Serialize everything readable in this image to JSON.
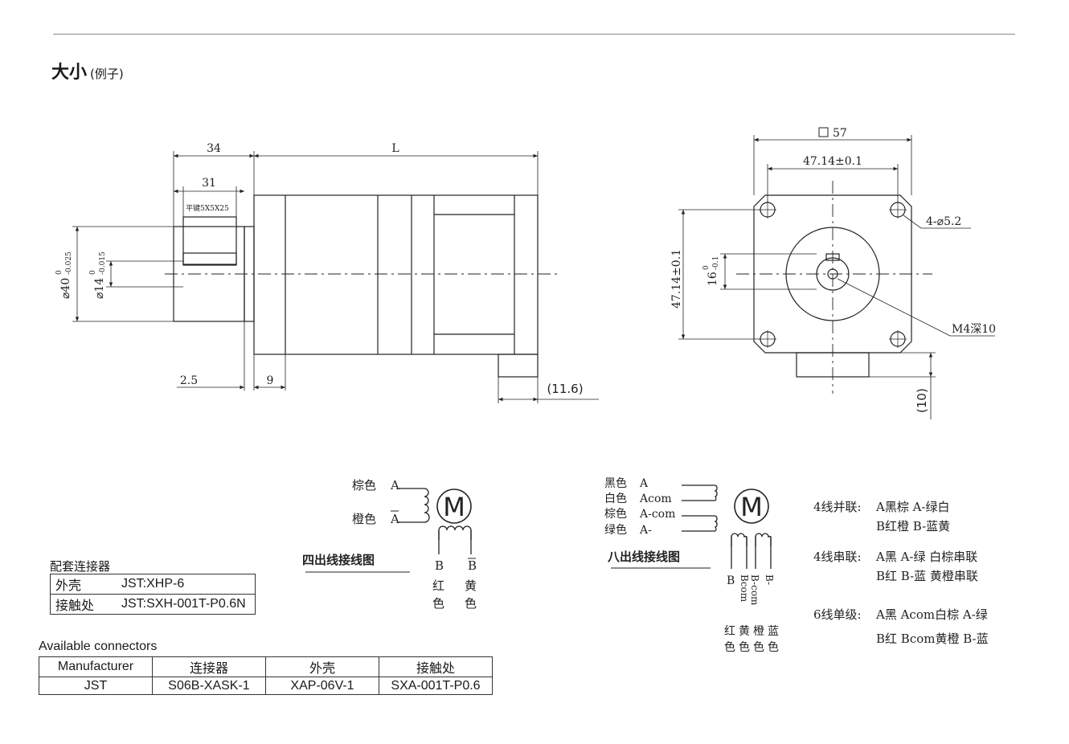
{
  "header": {
    "title": "大小",
    "subtitle": "(例子)"
  },
  "side_view": {
    "dim_34": "34",
    "dim_31": "31",
    "dim_L": "L",
    "key_label": "平键5X5X25",
    "dia_40": "⌀40",
    "dia_40_tol_top": "0",
    "dia_40_tol_bot": "-0.025",
    "dia_14": "⌀14",
    "dia_14_tol_top": "0",
    "dia_14_tol_bot": "-0.015",
    "dim_2_5": "2.5",
    "dim_9": "9",
    "dim_11_6": "(11.6)"
  },
  "front_view": {
    "dim_57": "57",
    "dim_47_top": "47.14±0.1",
    "dim_47_side": "47.14±0.1",
    "holes": "4-⌀5.2",
    "dia_16": "16",
    "dia_16_tol_top": "0",
    "dia_16_tol_bot": "-0.1",
    "thread": "M4深10",
    "dim_10": "(10)"
  },
  "wiring4": {
    "wire_a_color": "棕色",
    "wire_a": "A",
    "wire_abar_color": "橙色",
    "wire_abar": "A",
    "motor": "M",
    "title": "四出线接线图",
    "wire_b": "B",
    "wire_bbar": "B",
    "b_color_1": "红",
    "b_color_2": "色",
    "bbar_color_1": "黄",
    "bbar_color_2": "色"
  },
  "wiring8": {
    "rows": [
      {
        "color": "黑色",
        "name": "A"
      },
      {
        "color": "白色",
        "name": "Acom"
      },
      {
        "color": "棕色",
        "name": "A-com"
      },
      {
        "color": "绿色",
        "name": "A-"
      }
    ],
    "motor": "M",
    "title": "八出线接线图",
    "bottom_labels": [
      "B",
      "Bcom",
      "B-com",
      "B-"
    ],
    "bottom_colors_1": [
      "红",
      "黄",
      "橙",
      "蓝"
    ],
    "bottom_colors_2": [
      "色",
      "色",
      "色",
      "色"
    ]
  },
  "modes": {
    "parallel_label": "4线并联:",
    "parallel_1": "A黑棕 A-绿白",
    "parallel_2": "B红橙 B-蓝黄",
    "series_label": "4线串联:",
    "series_1": "A黑 A-绿 白棕串联",
    "series_2": "B红 B-蓝 黄橙串联",
    "single_label": "6线单级:",
    "single_1": "A黑 Acom白棕 A-绿",
    "single_2": "B红 Bcom黄橙 B-蓝"
  },
  "connectors": {
    "title": "配套连接器",
    "rows": [
      {
        "key": "外壳",
        "value": "JST:XHP-6"
      },
      {
        "key": "接触处",
        "value": "JST:SXH-001T-P0.6N"
      }
    ]
  },
  "available": {
    "title": "Available connectors",
    "headers": [
      "Manufacturer",
      "连接器",
      "外壳",
      "接触处"
    ],
    "row": [
      "JST",
      "S06B-XASK-1",
      "XAP-06V-1",
      "SXA-001T-P0.6"
    ]
  }
}
